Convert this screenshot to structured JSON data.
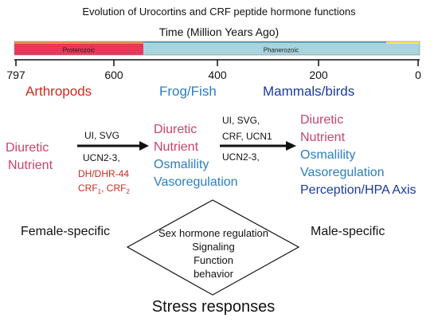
{
  "title": "Evolution of Urocortins and CRF peptide hormone functions",
  "timeline": {
    "label": "Time (Million Years Ago)",
    "eons": [
      {
        "name": "Proterozoic",
        "start": 797,
        "end": 541,
        "color": "#e8375a"
      },
      {
        "name": "Phanerozoic",
        "start": 541,
        "end": 0,
        "color": "#a8d4dc"
      }
    ],
    "top_band_colors": [
      "#f08a4b",
      "#a8d4dc",
      "#2e8fb8",
      "#f2e85a"
    ],
    "ticks": [
      {
        "value": 797,
        "label": "797"
      },
      {
        "value": 600,
        "label": "600"
      },
      {
        "value": 400,
        "label": "400"
      },
      {
        "value": 200,
        "label": "200"
      },
      {
        "value": 0,
        "label": "0"
      }
    ]
  },
  "groups": {
    "arthropods": "Arthropods",
    "frog_fish": "Frog/Fish",
    "mammals_birds": "Mammals/birds"
  },
  "stages": {
    "arthropods": [
      "Diuretic",
      "Nutrient"
    ],
    "frog_fish": {
      "pink": [
        "Diuretic",
        "Nutrient"
      ],
      "blue": [
        "Osmalility",
        "Vasoregulation"
      ]
    },
    "mammals": {
      "pink": [
        "Diuretic",
        "Nutrient"
      ],
      "blue": [
        "Osmalility",
        "Vasoregulation"
      ],
      "dark": [
        "Perception/HPA Axis"
      ]
    }
  },
  "arrow1": {
    "above": [
      "UI, SVG",
      "UCN2-3,"
    ],
    "below": [
      "DH/DHR-44",
      "CRF",
      "1",
      ", CRF",
      "2"
    ]
  },
  "arrow2": {
    "above": [
      "UI, SVG,",
      "CRF, UCN1",
      "UCN2-3,"
    ]
  },
  "female": "Female-specific",
  "male": "Male-specific",
  "diamond_lines": [
    "Sex hormone regulation",
    "Signaling",
    "Function",
    "behavior"
  ],
  "stress": "Stress responses",
  "colors": {
    "pink": "#c8436a",
    "blue": "#2a7fc0",
    "dark_blue": "#1a3a9a",
    "red": "#cc2a1e",
    "black": "#111111"
  }
}
